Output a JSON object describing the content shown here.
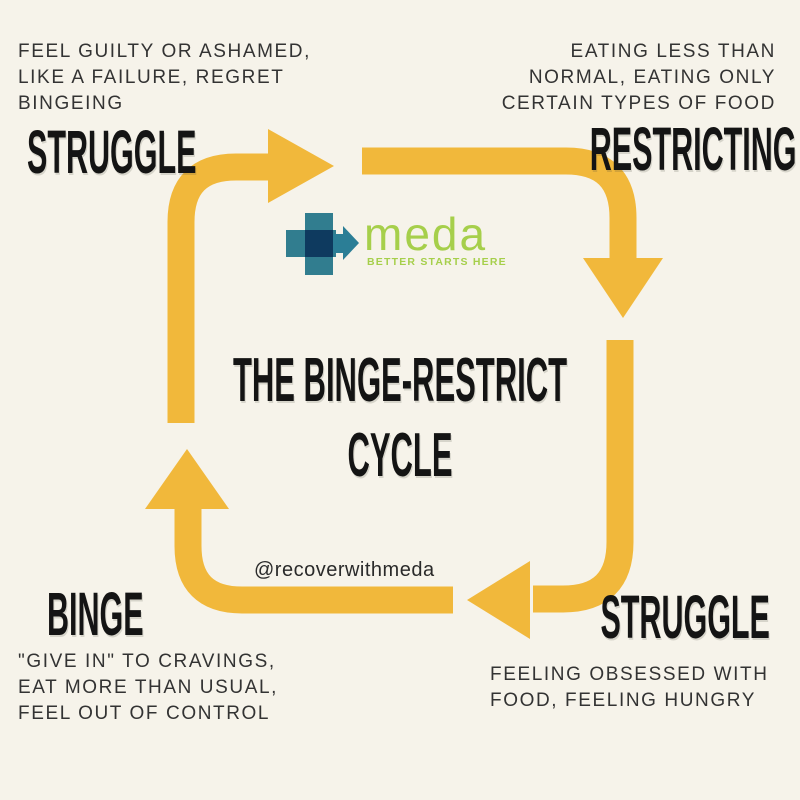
{
  "colors": {
    "background": "#F6F3EA",
    "arrow_yellow": "#F1B83B",
    "heading_text": "#141414",
    "body_text": "#333333",
    "logo_teal": "#317D8F",
    "logo_navy": "#0E3A5F",
    "logo_arrow_teal": "#2B7E96",
    "logo_green": "#A6CF4B"
  },
  "title": {
    "line1": "THE BINGE-RESTRICT",
    "line2": "CYCLE"
  },
  "handle": "@recoverwithmeda",
  "logo": {
    "name": "meda",
    "tagline": "BETTER STARTS HERE"
  },
  "stages": {
    "top_left": {
      "heading": "STRUGGLE",
      "lines": [
        "FEEL GUILTY OR ASHAMED,",
        "LIKE A FAILURE, REGRET",
        "BINGEING"
      ]
    },
    "top_right": {
      "heading": "RESTRICTING",
      "lines": [
        "EATING LESS THAN",
        "NORMAL, EATING ONLY",
        "CERTAIN TYPES OF FOOD"
      ]
    },
    "bottom_right": {
      "heading": "STRUGGLE",
      "lines": [
        "FEELING OBSESSED WITH",
        "FOOD, FEELING HUNGRY"
      ]
    },
    "bottom_left": {
      "heading": "BINGE",
      "lines": [
        "\"GIVE IN\" TO CRAVINGS,",
        "EAT MORE THAN USUAL,",
        "FEEL OUT OF CONTROL"
      ]
    }
  },
  "cycle": {
    "type": "cycle-diagram",
    "direction": "clockwise",
    "order": [
      "STRUGGLE",
      "RESTRICTING",
      "STRUGGLE",
      "BINGE"
    ]
  }
}
